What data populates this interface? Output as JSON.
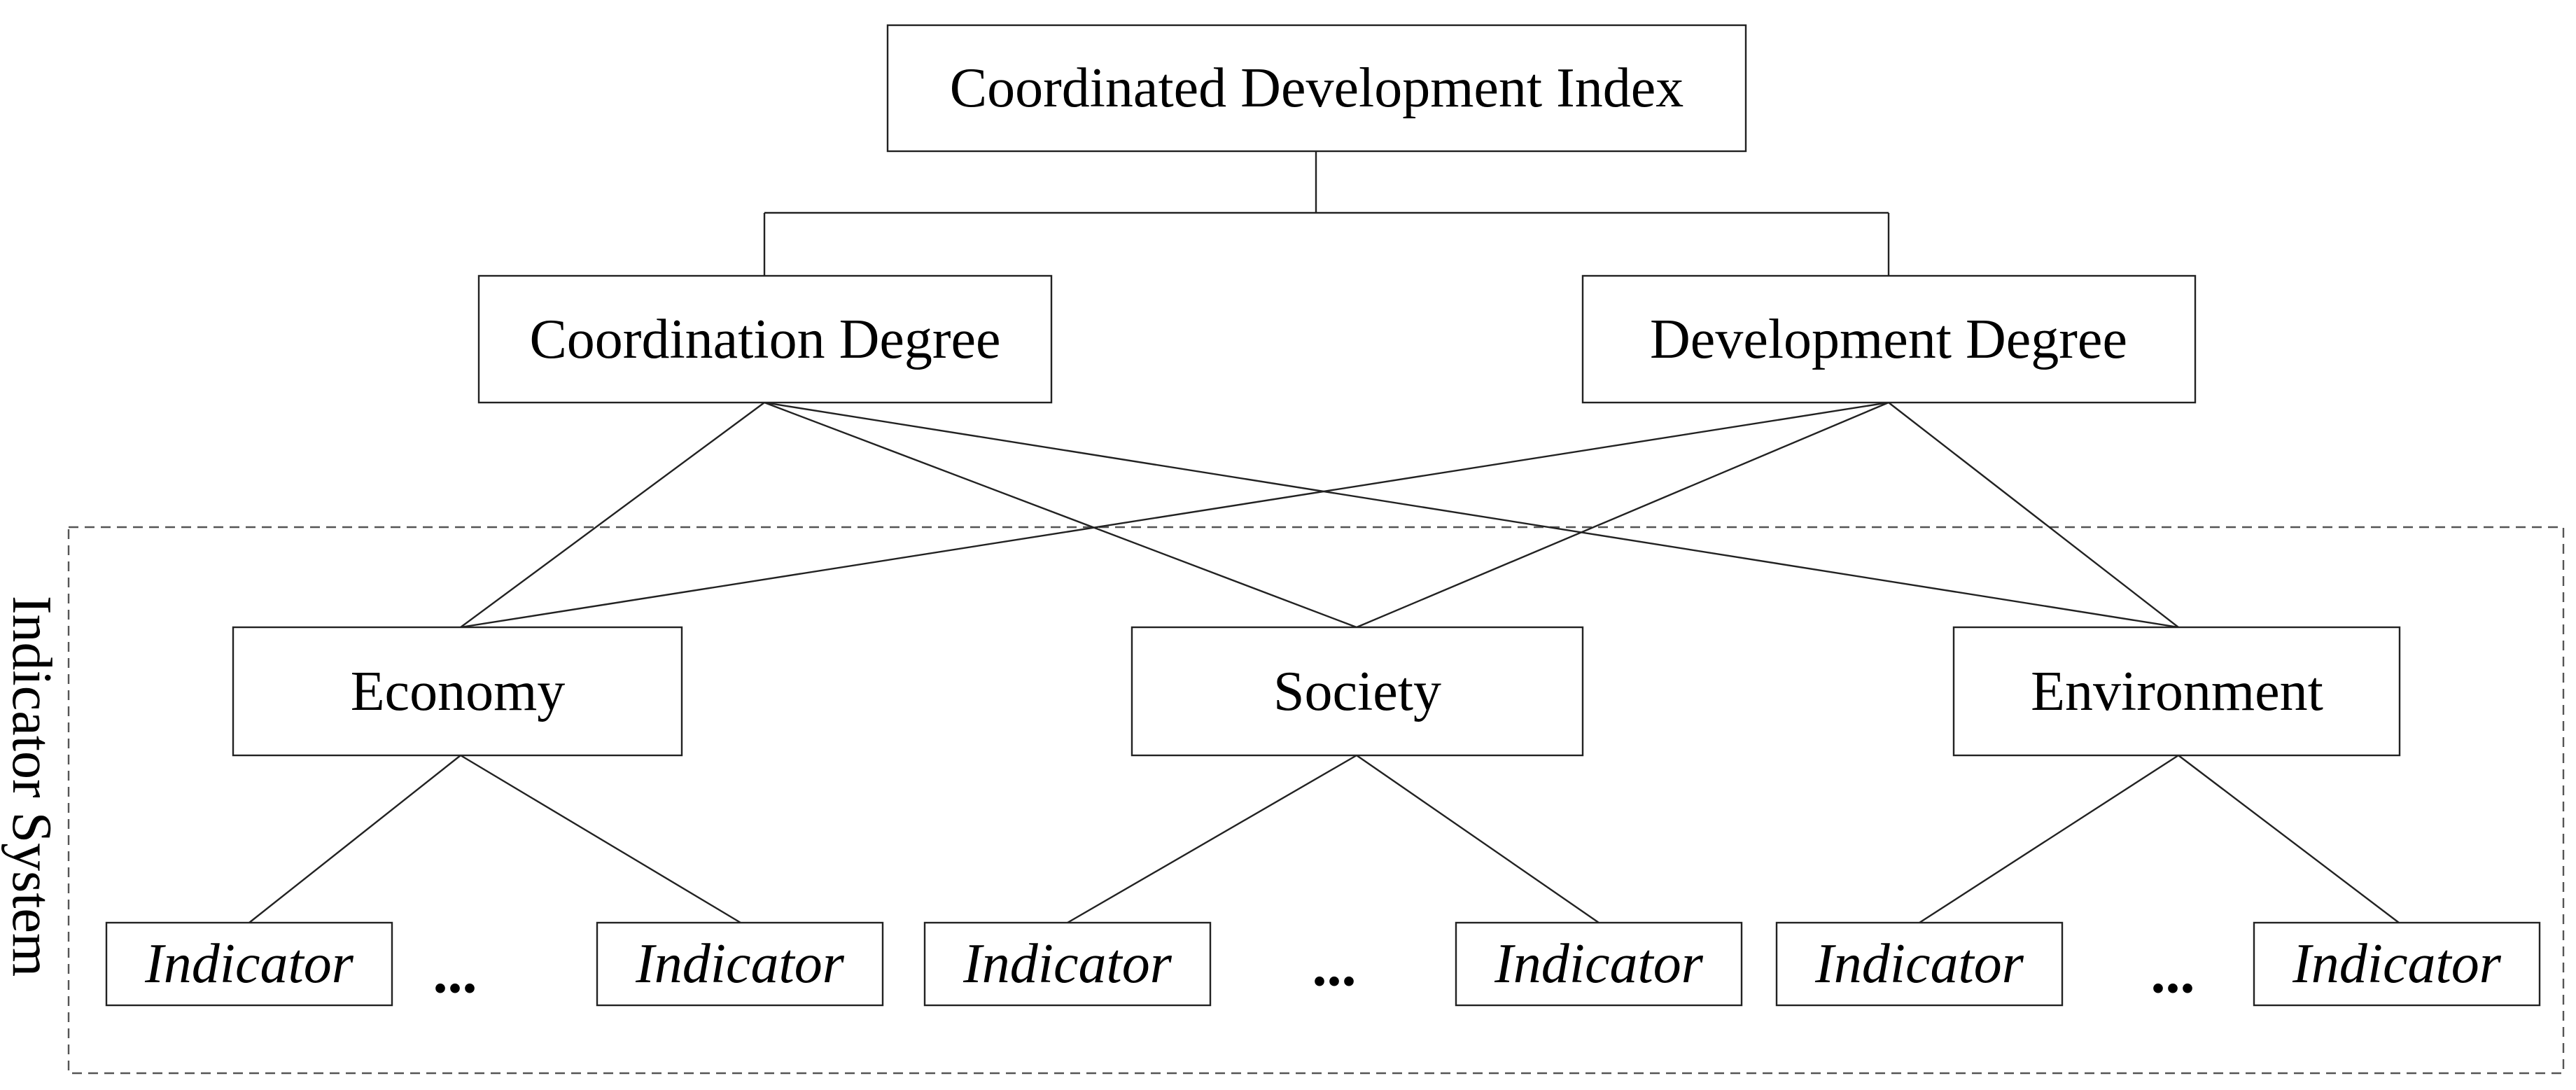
{
  "diagram": {
    "root": {
      "label": "Coordinated Development Index"
    },
    "level2": [
      {
        "id": "coordination",
        "label": "Coordination Degree"
      },
      {
        "id": "development",
        "label": "Development Degree"
      }
    ],
    "group_label": "Indicator System",
    "subsystems": [
      {
        "id": "economy",
        "label": "Economy",
        "indicators": [
          "Indicator",
          "Indicator"
        ],
        "ellipsis": "..."
      },
      {
        "id": "society",
        "label": "Society",
        "indicators": [
          "Indicator",
          "Indicator"
        ],
        "ellipsis": "..."
      },
      {
        "id": "environment",
        "label": "Environment",
        "indicators": [
          "Indicator",
          "Indicator"
        ],
        "ellipsis": "..."
      }
    ]
  }
}
